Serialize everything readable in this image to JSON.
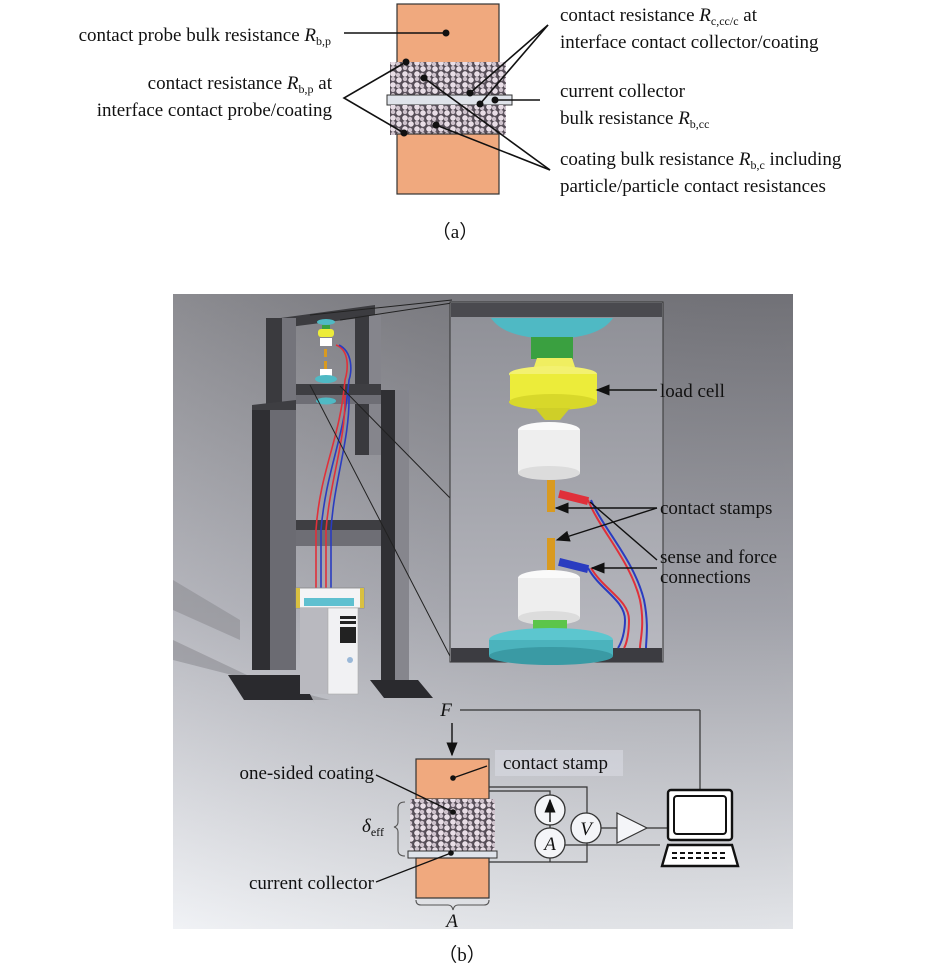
{
  "figure_a": {
    "caption": "（a）",
    "labels": {
      "probe_bulk": {
        "text": "contact probe bulk resistance ",
        "sym": "R",
        "sub": "b,p"
      },
      "probe_contact_line1": {
        "text": "contact resistance ",
        "sym": "R",
        "sub": "b,p",
        "tail": " at"
      },
      "probe_contact_line2": "interface contact probe/coating",
      "collector_contact_line1": {
        "text": "contact resistance ",
        "sym": "R",
        "sub": "c,cc/c",
        "tail": " at"
      },
      "collector_contact_line2": "interface contact collector/coating",
      "collector_bulk_line1": "current collector",
      "collector_bulk_line2": {
        "text": "bulk resistance ",
        "sym": "R",
        "sub": "b,cc"
      },
      "coating_bulk_line1": {
        "text": "coating bulk resistance ",
        "sym": "R",
        "sub": "b,c",
        "tail": " including"
      },
      "coating_bulk_line2": "particle/particle contact resistances"
    }
  },
  "figure_b": {
    "caption": "（b）",
    "labels": {
      "load_cell": "load cell",
      "contact_stamps": "contact stamps",
      "sense_force_line1": "sense and force",
      "sense_force_line2": "connections",
      "force": "F",
      "contact_stamp": "contact stamp",
      "one_sided_coating": "one-sided coating",
      "delta_sym": "δ",
      "delta_sub": "eff",
      "current_collector": "current collector",
      "area": "A",
      "ammeter": "A",
      "voltmeter": "V"
    }
  },
  "colors": {
    "probe": "#f0a97e",
    "collector": "#dfe3ea",
    "particle": "#6a6068",
    "load_cell": "#ecec3a",
    "teal": "#4fb9c4",
    "green": "#3aa040",
    "cable_red": "#e0303a",
    "cable_blue": "#2a3cc0",
    "stamp": "#d99a20"
  }
}
